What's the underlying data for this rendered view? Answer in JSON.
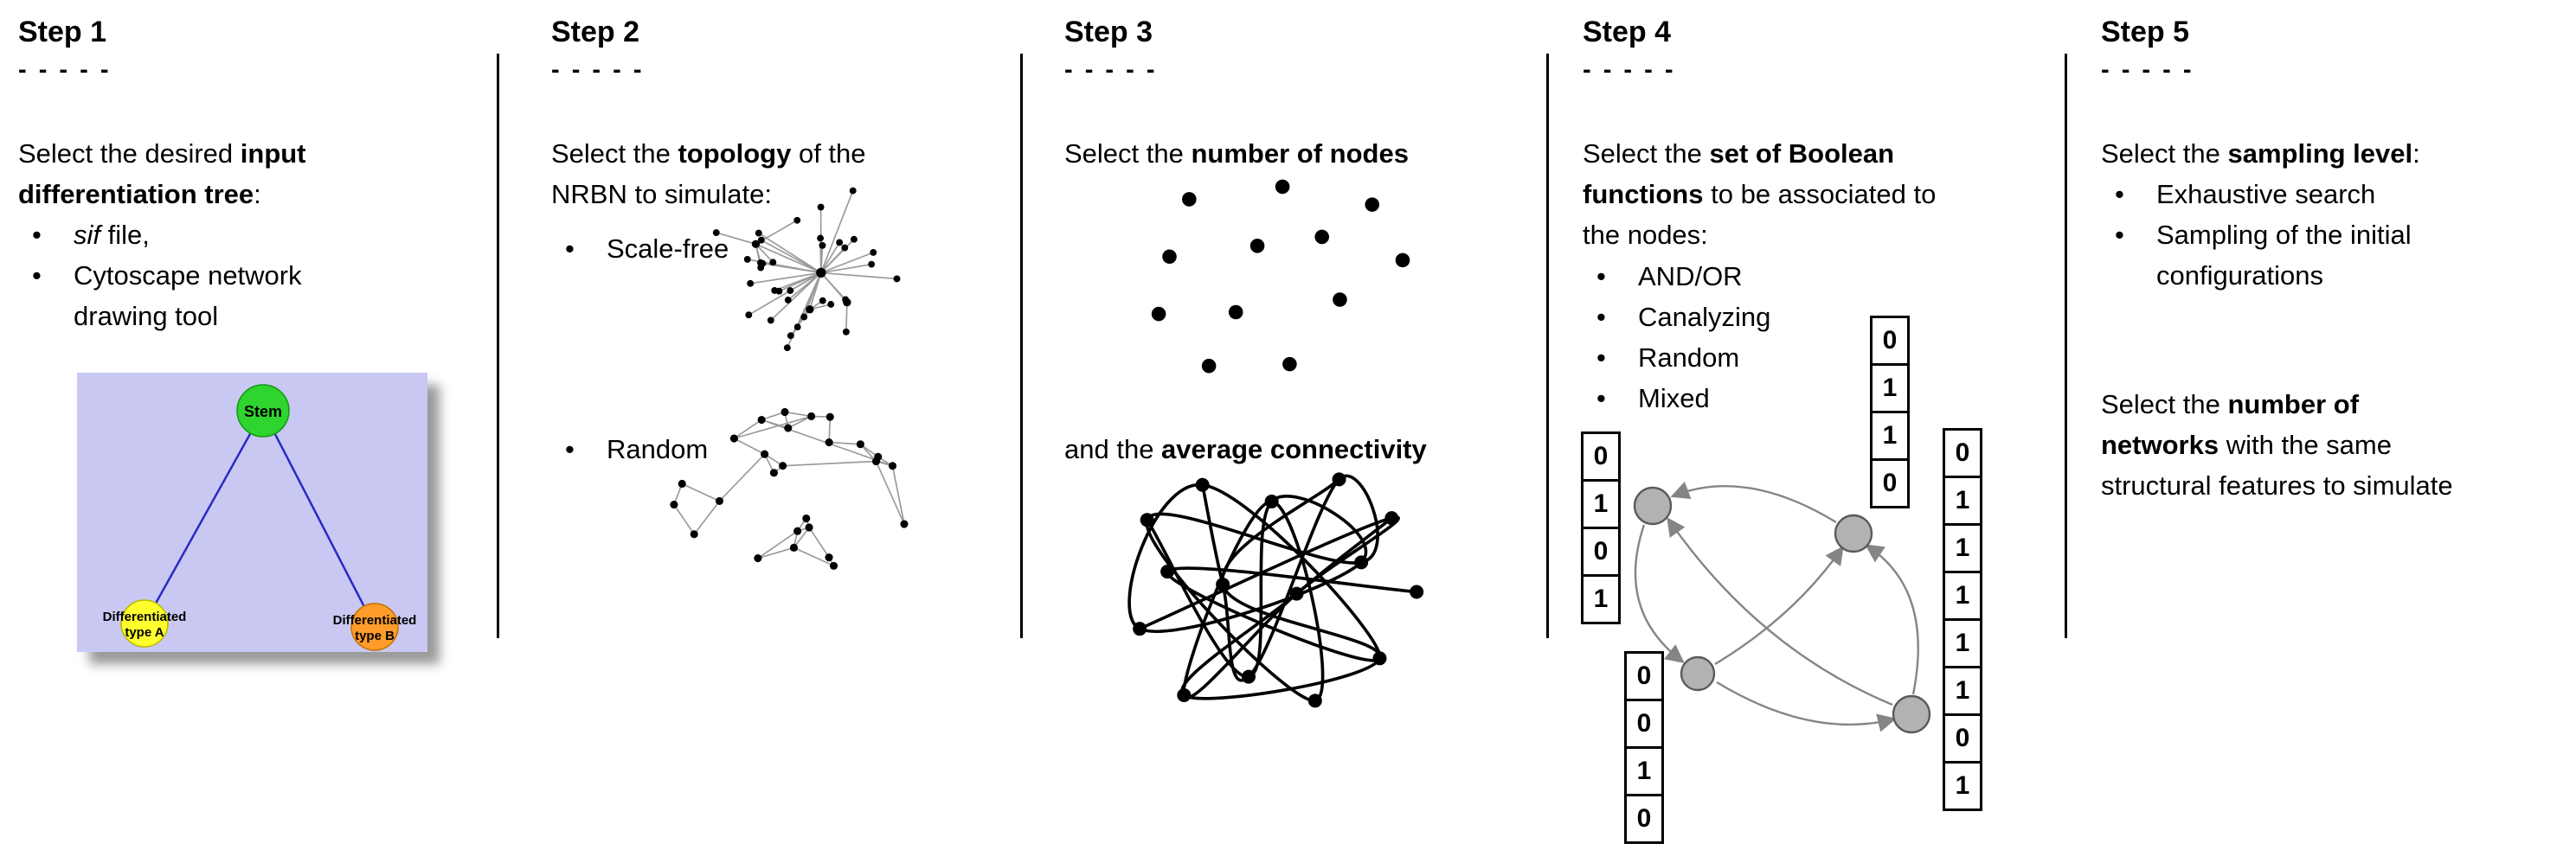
{
  "steps": [
    {
      "title": "Step 1",
      "dashes": "- - - - -",
      "intro_segs": [
        "Select the desired ",
        "input",
        "differentiation tree",
        ":"
      ],
      "bullet1_italic": "sif",
      "bullet1_rest": " file,",
      "bullet2_line1": "Cytoscape network",
      "bullet2_line2": "drawing tool",
      "tree": {
        "root_label": "Stem",
        "child_a_line1": "Differentiated",
        "child_a_line2": "type A",
        "child_b_line1": "Differentiated",
        "child_b_line2": "type B"
      }
    },
    {
      "title": "Step 2",
      "dashes": "- - - - -",
      "intro_segs": [
        "Select the ",
        "topology",
        " of the",
        "NRBN to simulate:"
      ],
      "bullets": [
        "Scale-free",
        "Random"
      ]
    },
    {
      "title": "Step 3",
      "dashes": "- - - - -",
      "line1_segs": [
        "Select the ",
        "number of nodes"
      ],
      "line2_segs": [
        "and the ",
        "average connectivity"
      ]
    },
    {
      "title": "Step 4",
      "dashes": "- - - - -",
      "intro_segs": [
        "Select the ",
        "set of Boolean",
        "functions",
        " to be associated to",
        "the nodes:"
      ],
      "bullets": [
        "AND/OR",
        "Canalyzing",
        "Random",
        "Mixed"
      ],
      "truth_tables": {
        "left": [
          "0",
          "1",
          "0",
          "1"
        ],
        "top": [
          "0",
          "1",
          "1",
          "0"
        ],
        "bottom_left": [
          "0",
          "0",
          "1",
          "0"
        ],
        "right": [
          "0",
          "1",
          "1",
          "1",
          "1",
          "1",
          "0",
          "1"
        ]
      }
    },
    {
      "title": "Step 5",
      "dashes": "- - - - -",
      "intro_segs": [
        "Select the ",
        "sampling level",
        ":"
      ],
      "bullet1": "Exhaustive search",
      "bullet2_line1": "Sampling of the initial",
      "bullet2_line2": "configurations",
      "para_segs": [
        "Select the ",
        "number of",
        "networks",
        " with the same",
        "structural features to simulate"
      ]
    }
  ],
  "colors": {
    "tree_background": "#c9c8f2",
    "stem_green": "#2fd42f",
    "stem_stroke": "#149914",
    "type_a_yellow": "#ffff2e",
    "type_a_stroke": "#b9b900",
    "type_b_orange": "#ff9c2a",
    "type_b_stroke": "#c87000",
    "tree_edge_blue": "#2a2ac8"
  }
}
